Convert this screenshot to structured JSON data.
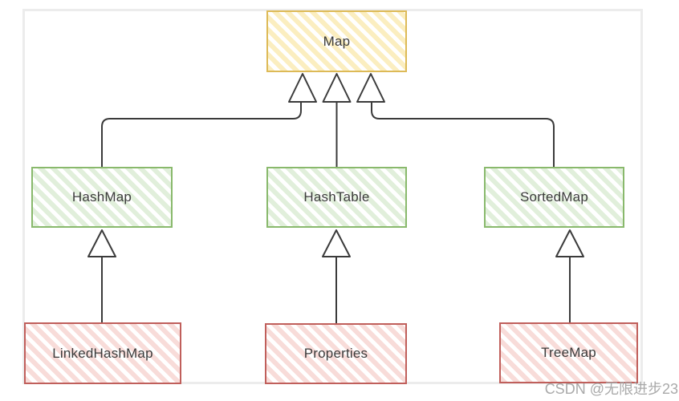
{
  "diagram": {
    "title": "Java Map interface class hierarchy",
    "type": "uml-generalization-diagram",
    "nodes": [
      {
        "id": "map",
        "label": "Map",
        "level": "root",
        "fill_stripe": "#fbeec0",
        "border": "#ddba57"
      },
      {
        "id": "hashmap",
        "label": "HashMap",
        "level": "child",
        "fill_stripe": "#e1efdb",
        "border": "#89b96c"
      },
      {
        "id": "hashtable",
        "label": "HashTable",
        "level": "child",
        "fill_stripe": "#e1efdb",
        "border": "#89b96c"
      },
      {
        "id": "sortedmap",
        "label": "SortedMap",
        "level": "child",
        "fill_stripe": "#e1efdb",
        "border": "#89b96c"
      },
      {
        "id": "linkedhashmap",
        "label": "LinkedHashMap",
        "level": "grandchild",
        "fill_stripe": "#f8dcd9",
        "border": "#c05f5b"
      },
      {
        "id": "properties",
        "label": "Properties",
        "level": "grandchild",
        "fill_stripe": "#f8dcd9",
        "border": "#c05f5b"
      },
      {
        "id": "treemap",
        "label": "TreeMap",
        "level": "grandchild",
        "fill_stripe": "#f8dcd9",
        "border": "#c05f5b"
      }
    ],
    "edges": [
      {
        "from": "HashMap",
        "to": "Map",
        "type": "generalization"
      },
      {
        "from": "HashTable",
        "to": "Map",
        "type": "generalization"
      },
      {
        "from": "SortedMap",
        "to": "Map",
        "type": "generalization"
      },
      {
        "from": "LinkedHashMap",
        "to": "HashMap",
        "type": "generalization"
      },
      {
        "from": "Properties",
        "to": "HashTable",
        "type": "generalization"
      },
      {
        "from": "TreeMap",
        "to": "SortedMap",
        "type": "generalization"
      }
    ],
    "colors": {
      "edge_stroke": "#3b3b3b",
      "panel_border": "#ececec",
      "label_text": "#3c3c3c"
    }
  },
  "watermark": {
    "text": "CSDN @无限进步23",
    "color": "#a9a9a9"
  }
}
